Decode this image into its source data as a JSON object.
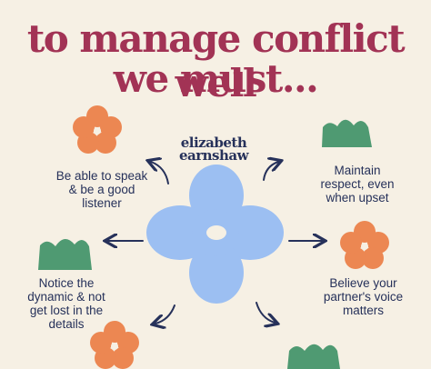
{
  "title_line1": "to manage conflict well",
  "title_line2": "we must...",
  "brand_line1": "elizabeth",
  "brand_line2": "earnshaw",
  "tips": {
    "top_left": [
      "Be able to speak",
      "& be a good",
      "listener"
    ],
    "top_right": [
      "Maintain",
      "respect, even",
      "when upset"
    ],
    "bottom_left": [
      "Notice the",
      "dynamic & not",
      "get lost in the",
      "details"
    ],
    "bottom_right": [
      "Believe your",
      "partner's voice",
      "matters"
    ]
  },
  "colors": {
    "title": "#a23355",
    "text": "#26315a",
    "background": "#f6f0e4",
    "center_flower": "#9cbff2",
    "orange_flower": "#ec8752",
    "green_plant": "#4f9a72"
  }
}
